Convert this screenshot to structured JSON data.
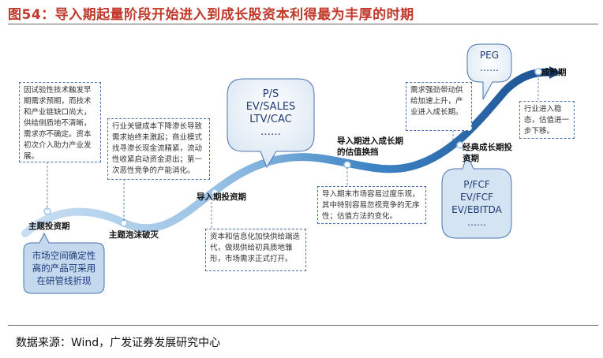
{
  "figure_title": "图54：导入期起量阶段开始进入到成长股资本利得最为丰厚的时期",
  "source": "数据来源：Wind，广发证券发展研究中心",
  "stages": {
    "theme_invest": "主题投资期",
    "theme_bubble": "主题泡沫破灭",
    "intro_invest": "导入期投资期",
    "intro_to_growth": "导入期进入成长期的估值换挡",
    "classic_growth": "经典成长期投资期",
    "mature": "成熟期"
  },
  "notes": {
    "n1": "因试验性技术触发早期需求预期，而技术和产业链缺口尚大，供给侧质地不清晰，需求亦不确定。资本初次介入助力产业发展。",
    "n2": "行业关键成本下降渗长导致需求始终未激起；商业模式找寻渗长现金流精紧，流动性收紧启动资金退出；第一次恶性竞争的产能消化。",
    "n3": "资本和信息化加快供给端迭代，做规供给初具质地雏形，市场需求正式打开。",
    "n4": "导入期末市场容易过度乐观，其中特别容易忽视竞争的无序性；估值方法的变化。",
    "n5": "需求强劲带动供给加速上升，产业进入成长期。",
    "n6": "行业进入稳态，估值进一步下移。",
    "n7": "市场空间确定性高的产品可采用在研管线折现"
  },
  "valuation": {
    "ps": [
      "P/S",
      "EV/SALES",
      "LTV/CAC",
      "……"
    ],
    "peg": [
      "PEG",
      "……"
    ],
    "pfcf": [
      "P/FCF",
      "EV/FCF",
      "EV/EBITDA",
      "……"
    ]
  }
}
